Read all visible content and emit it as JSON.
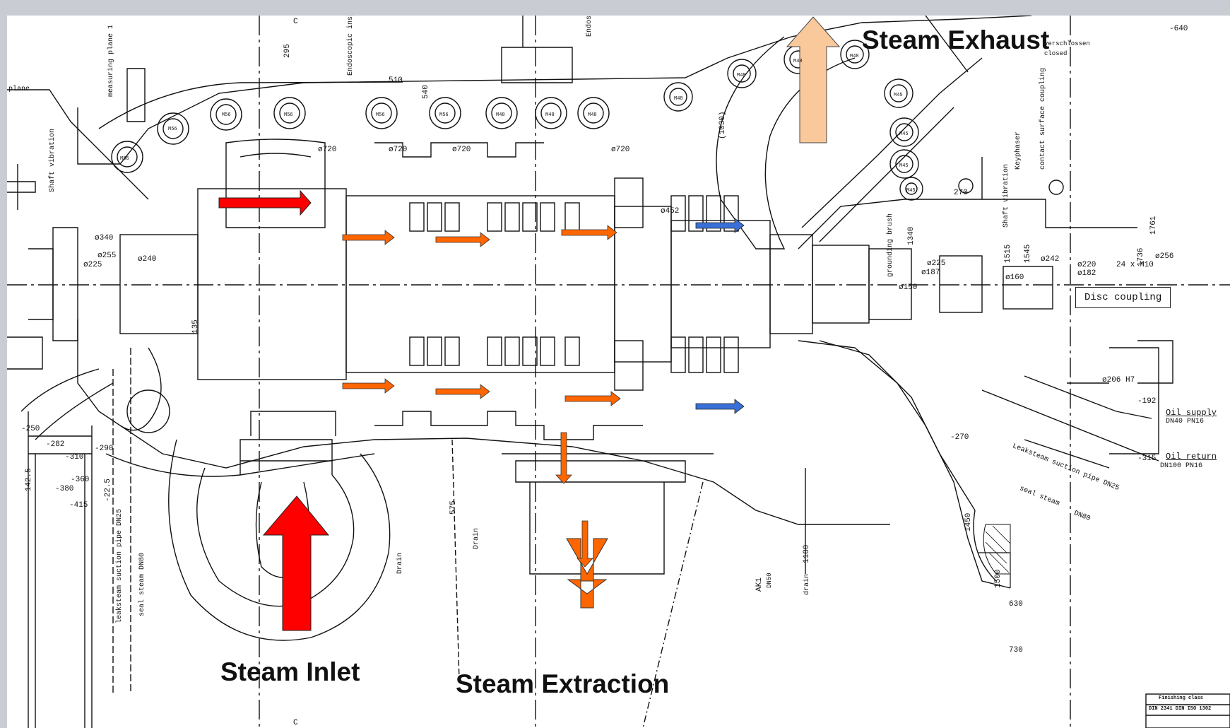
{
  "labels": {
    "steam_exhaust": "Steam Exhaust",
    "steam_inlet": "Steam Inlet",
    "steam_extraction": "Steam Extraction",
    "disc_coupling": "Disc coupling",
    "oil_supply": "Oil supply",
    "oil_supply_dn": "DN40  PN16",
    "oil_return": "Oil return",
    "oil_return_dn": "DN100  PN16",
    "verschlossen": "verschlossen",
    "closed": "closed",
    "shaft_vibration_left": "Shaft vibration",
    "shaft_vibration_right": "Shaft vibration",
    "measuring_plane": "measuring plane 1",
    "endoscopic_inspect": "Endoscopic inspect",
    "endosko": "Endosko",
    "keyphaser": "Keyphaser",
    "contact_surface_coupling": "contact surface coupling",
    "grounding_brush": "grounding brush",
    "leaksteam_suction_pipe": "Leaksteam suction pipe DN25",
    "leaksteam_suction_pipe_left": "leaksteam suction pipe  DN25",
    "seal_steam": "seal steam",
    "seal_steam_dn": "DN80",
    "seal_steam_left": "seal steam   DN80",
    "drain_1": "Drain",
    "drain_2": "Drain",
    "drain_3": "drain",
    "ak1": "AK1",
    "dn50": "DN50",
    "plane": "plane",
    "finishing_class": "Finishing class",
    "din_row": "DIN 2341  DIN ISO 1302"
  },
  "dimensions": {
    "d510": "510",
    "d540": "540",
    "d720a": "ø720",
    "d720b": "ø720",
    "d720c": "ø720",
    "d720d": "ø720",
    "d340": "ø340",
    "d255": "ø255",
    "d240": "ø240",
    "d225a": "ø225",
    "d225b": "ø225",
    "d187": "ø187",
    "d150": "ø150",
    "d160": "ø160",
    "d242": "ø242",
    "d220": "ø220",
    "d182": "ø182",
    "d452": "ø452",
    "d256": "ø256",
    "m10": "24 x M10",
    "d206": "ø206 H7",
    "n640": "-640",
    "n192": "-192",
    "n315": "-315",
    "n270": "-270",
    "p270": "270",
    "n250": "-250",
    "n282": "-282",
    "n290": "-290",
    "n310": "-310",
    "n360": "-360",
    "n380": "-380",
    "n415": "-415",
    "n1425": "-142.5",
    "n225": "-22.5",
    "d1450": "1450",
    "d1500": "1500",
    "d630": "630",
    "d730": "730",
    "d1180": "1180",
    "d575": "575",
    "d1340": "1340",
    "d1515": "1515",
    "d1545": "1545",
    "d1761": "1761",
    "d1736": "1736",
    "d1030": "(1030)",
    "d295": "295",
    "d135": "135",
    "c_top": "C",
    "c_bottom": "C"
  },
  "bolts": [
    "M56",
    "M56",
    "M56",
    "M56",
    "M56",
    "M56",
    "M48",
    "M48",
    "M48",
    "M48",
    "M48",
    "M48",
    "M48",
    "M45",
    "M45",
    "M45",
    "M45"
  ],
  "colors": {
    "inlet_arrow": "#ff0000",
    "exhaust_arrow": "#f9c89b",
    "extraction_arrow": "#ff6600",
    "seal_arrow": "#3a6fd8",
    "line": "#111111",
    "frame": "#c9cdd3"
  }
}
